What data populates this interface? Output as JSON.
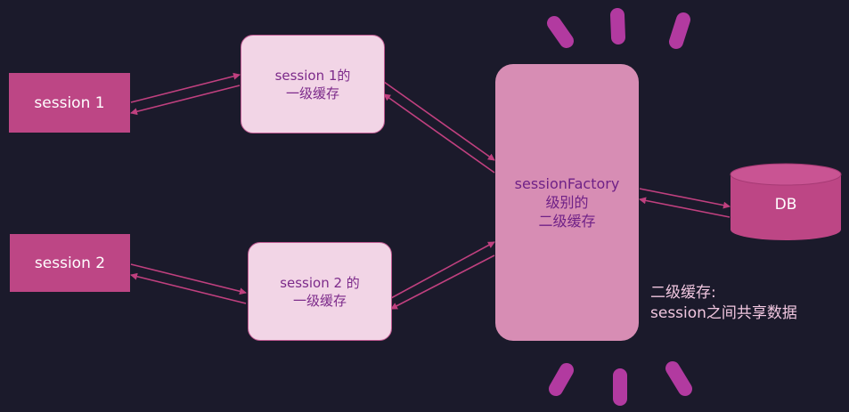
{
  "session1": {
    "label": "session 1"
  },
  "session2": {
    "label": "session 2"
  },
  "cache1": {
    "line1": "session 1的",
    "line2": "一级缓存"
  },
  "cache2": {
    "line1": "session 2 的",
    "line2": "一级缓存"
  },
  "factory": {
    "line1": "sessionFactory",
    "line2": "级别的",
    "line3": "二级缓存"
  },
  "db": {
    "label": "DB"
  },
  "note": {
    "line1": "二级缓存:",
    "line2": "session之间共享数据"
  },
  "colors": {
    "background": "#1b1a2b",
    "session": "#bd4685",
    "cache": "#f2d5e6",
    "factory": "#d78db4",
    "arrow": "#c0407f",
    "highlight_marks": "#b23aa0"
  }
}
